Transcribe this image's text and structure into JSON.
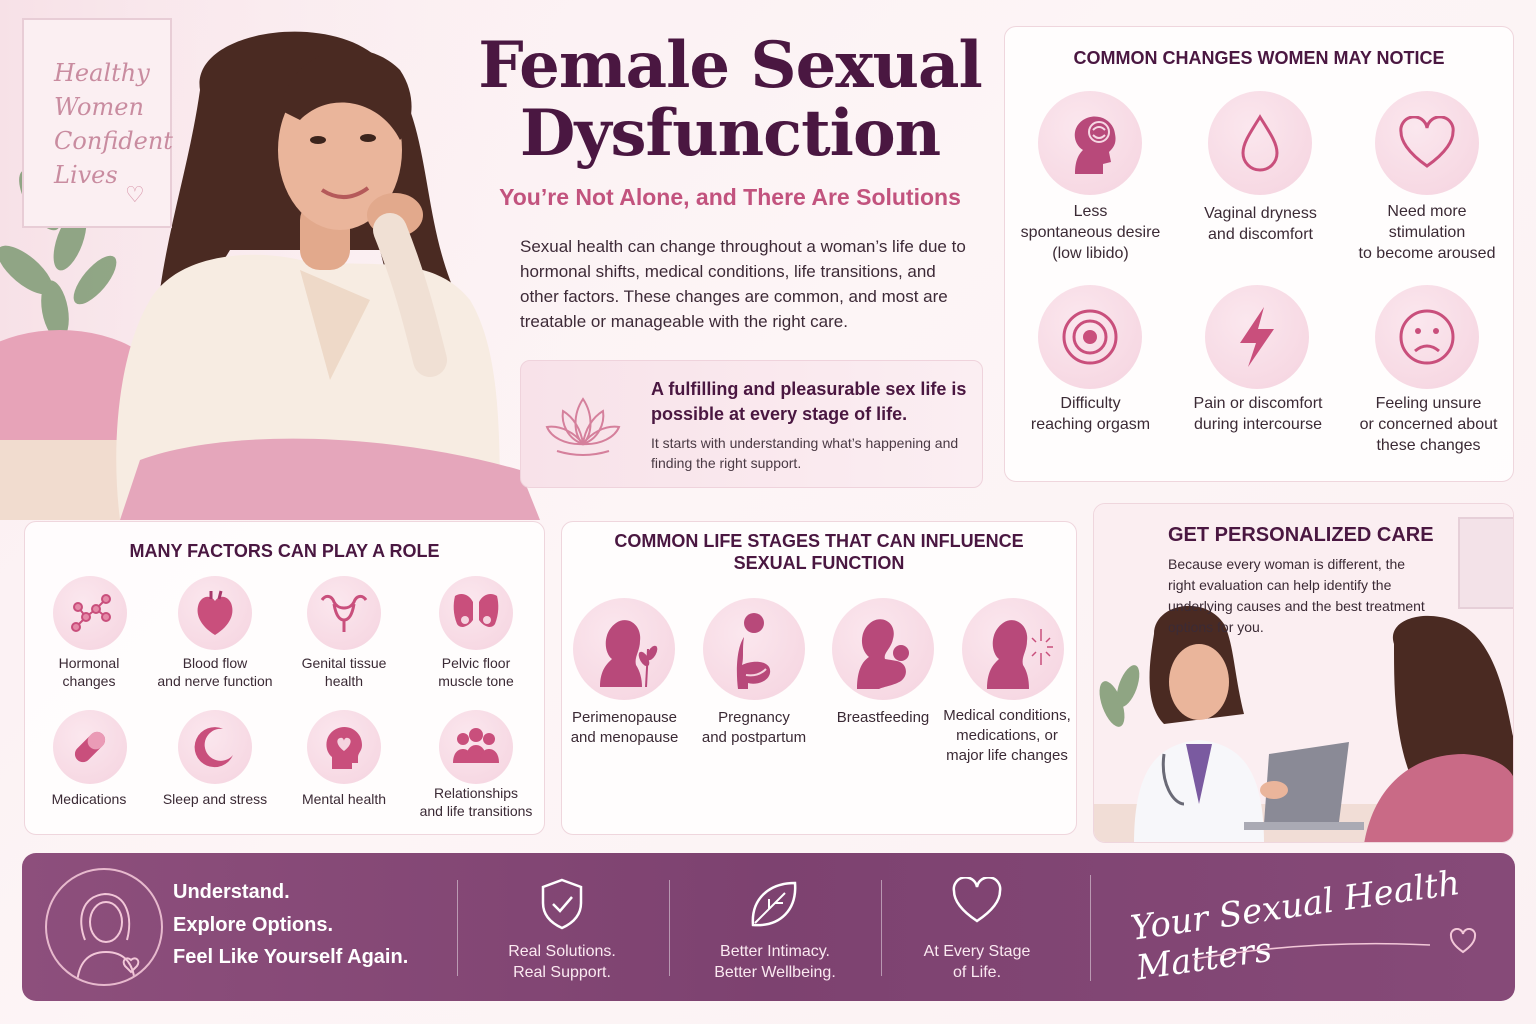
{
  "wall_sign": {
    "lines": [
      "Healthy",
      "Women",
      "Confident",
      "Lives"
    ]
  },
  "title": "Female Sexual Dysfunction",
  "subtitle": "You’re Not Alone, and There Are Solutions",
  "intro": "Sexual health can change throughout a woman’s life due to hormonal shifts, medical conditions, life transitions, and other factors. These changes are common, and most are treatable or manageable with the right care.",
  "callout": {
    "heading": "A fulfilling and pleasurable sex life is possible at every stage of life.",
    "body": "It starts with understanding what’s happening and finding the right support.",
    "icon": "lotus-icon"
  },
  "changes": {
    "title": "COMMON CHANGES WOMEN MAY NOTICE",
    "items": [
      {
        "label": "Less\nspontaneous desire\n(low libido)",
        "icon": "head-brain-icon"
      },
      {
        "label": "Vaginal dryness\nand discomfort",
        "icon": "droplet-icon"
      },
      {
        "label": "Need more\nstimulation\nto become aroused",
        "icon": "heart-icon"
      },
      {
        "label": "Difficulty\nreaching orgasm",
        "icon": "target-icon"
      },
      {
        "label": "Pain or discomfort\nduring intercourse",
        "icon": "lightning-icon"
      },
      {
        "label": "Feeling unsure\nor concerned about\nthese changes",
        "icon": "sad-face-icon"
      }
    ]
  },
  "factors": {
    "title": "MANY FACTORS CAN PLAY A ROLE",
    "items": [
      {
        "label": "Hormonal\nchanges",
        "icon": "molecule-icon"
      },
      {
        "label": "Blood flow\nand nerve function",
        "icon": "heart-organ-icon"
      },
      {
        "label": "Genital tissue\nhealth",
        "icon": "uterus-icon"
      },
      {
        "label": "Pelvic floor\nmuscle tone",
        "icon": "pelvis-icon"
      },
      {
        "label": "Medications",
        "icon": "pill-icon"
      },
      {
        "label": "Sleep and stress",
        "icon": "moon-icon"
      },
      {
        "label": "Mental health",
        "icon": "head-heart-icon"
      },
      {
        "label": "Relationships\nand life transitions",
        "icon": "people-icon"
      }
    ]
  },
  "stages": {
    "title": "COMMON LIFE STAGES THAT CAN INFLUENCE\nSEXUAL FUNCTION",
    "items": [
      {
        "label": "Perimenopause\nand menopause",
        "icon": "woman-flower-icon"
      },
      {
        "label": "Pregnancy\nand postpartum",
        "icon": "pregnant-woman-icon"
      },
      {
        "label": "Breastfeeding",
        "icon": "mother-baby-icon"
      },
      {
        "label": "Medical conditions,\nmedications, or\nmajor life changes",
        "icon": "woman-sparkle-icon"
      }
    ]
  },
  "care": {
    "title": "GET PERSONALIZED CARE",
    "body": "Because every woman is different, the right evaluation can help identify the underlying causes and the best treatment options for you."
  },
  "footer": {
    "lines": [
      "Understand.",
      "Explore Options.",
      "Feel Like Yourself Again."
    ],
    "pillars": [
      {
        "text": "Real Solutions.\nReal Support.",
        "icon": "shield-check-icon"
      },
      {
        "text": "Better Intimacy.\nBetter Wellbeing.",
        "icon": "leaf-icon"
      },
      {
        "text": "At Every Stage\nof Life.",
        "icon": "heart-outline-icon"
      }
    ],
    "tagline": "Your Sexual Health Matters"
  },
  "colors": {
    "title": "#4a1741",
    "accent": "#c2537e",
    "icon": "#c94f7c",
    "banner": "#7d4270"
  }
}
